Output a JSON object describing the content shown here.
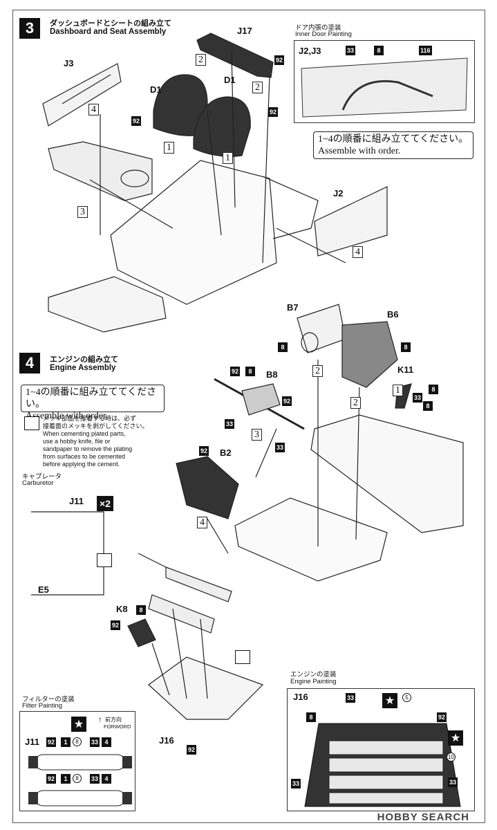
{
  "step3": {
    "number": "3",
    "title_jp": "ダッシュボードとシートの組み立て",
    "title_en": "Dashboard and Seat Assembly",
    "parts": {
      "j17": "J17",
      "j3": "J3",
      "d1a": "D1",
      "d1b": "D1",
      "j2": "J2"
    },
    "inner_door": {
      "title_jp": "ドア内張の塗装",
      "title_en": "Inner Door Painting",
      "parts": "J2,J3",
      "colors": [
        "33",
        "8",
        "116"
      ]
    },
    "note": {
      "jp": "1~4の順番に組み立ててください。",
      "en": "Assemble with order."
    },
    "orders": [
      "1",
      "2",
      "3",
      "4"
    ],
    "color_92": "92"
  },
  "step4": {
    "number": "4",
    "title_jp": "エンジンの組み立て",
    "title_en": "Engine Assembly",
    "parts": {
      "b7": "B7",
      "b6": "B6",
      "k11": "K11",
      "b8": "B8",
      "b2": "B2",
      "k8": "K8",
      "j16": "J16",
      "j11": "J11",
      "e5": "E5"
    },
    "note": {
      "jp": "1~4の順番に組み立ててください。",
      "en": "Assemble with order."
    },
    "plating_warning": {
      "jp1": "メッキ部品を接着する時は、必ず",
      "jp2": "接着面のメッキを剥がしてください。",
      "en1": "When cementing plated parts,",
      "en2": "use a hobby knife, file or",
      "en3": "sandpaper to remove the plating",
      "en4": "from surfaces to be cemented",
      "en5": "before applying the cement."
    },
    "carburetor": {
      "title_jp": "キャブレータ",
      "title_en": "Carburetor",
      "multiplier": "×2"
    },
    "filter": {
      "title_jp": "フィルターの塗装",
      "title_en": "Filter Painting",
      "front_jp": "前方向",
      "front_en": "FORWORD"
    },
    "engine_paint": {
      "title_jp": "エンジンの塗装",
      "title_en": "Engine Painting"
    },
    "colors": {
      "c8": "8",
      "c92": "92",
      "c33": "33",
      "c1": "1",
      "c4": "4",
      "c5": "5",
      "c10": "10",
      "c8circ": "8"
    }
  },
  "watermark": "HOBBY SEARCH"
}
